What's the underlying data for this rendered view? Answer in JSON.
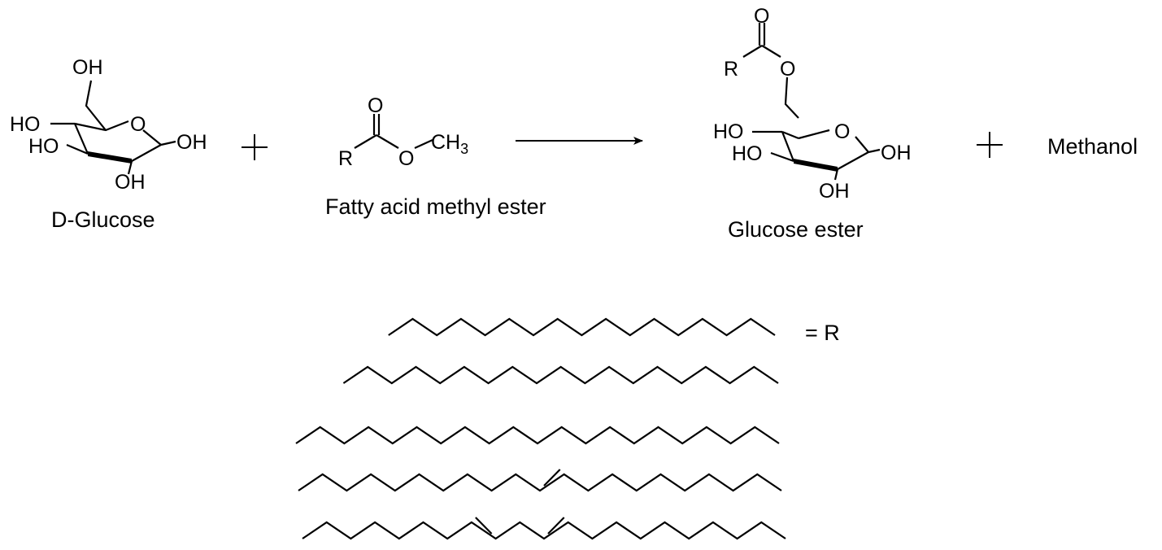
{
  "reaction": {
    "reactant1": {
      "caption": "D-Glucose",
      "atoms": {
        "oh_top": "OH",
        "ho_a": "HO",
        "ho_b": "HO",
        "ring_o": "O",
        "oh_right": "OH",
        "oh_bottom": "OH"
      }
    },
    "plus_symbol": "+",
    "reactant2": {
      "caption": "Fatty acid methyl ester",
      "atoms": {
        "carbonyl_o": "O",
        "r": "R",
        "ester_o": "O",
        "methyl": "CH",
        "methyl_sub": "3"
      }
    },
    "product1": {
      "caption": "Glucose ester",
      "atoms": {
        "carbonyl_o": "O",
        "r": "R",
        "ester_o": "O",
        "ho_a": "HO",
        "ho_b": "HO",
        "ring_o": "O",
        "oh_right": "OH",
        "oh_bottom": "OH"
      }
    },
    "product2": {
      "label": "Methanol"
    }
  },
  "r_groups": {
    "label": "= R",
    "chains": [
      {
        "carbons": 17,
        "double_bonds": []
      },
      {
        "carbons": 19,
        "double_bonds": []
      },
      {
        "carbons": 21,
        "double_bonds": []
      },
      {
        "carbons": 21,
        "double_bonds": [
          10
        ]
      },
      {
        "carbons": 21,
        "double_bonds": [
          7,
          10
        ]
      }
    ]
  }
}
